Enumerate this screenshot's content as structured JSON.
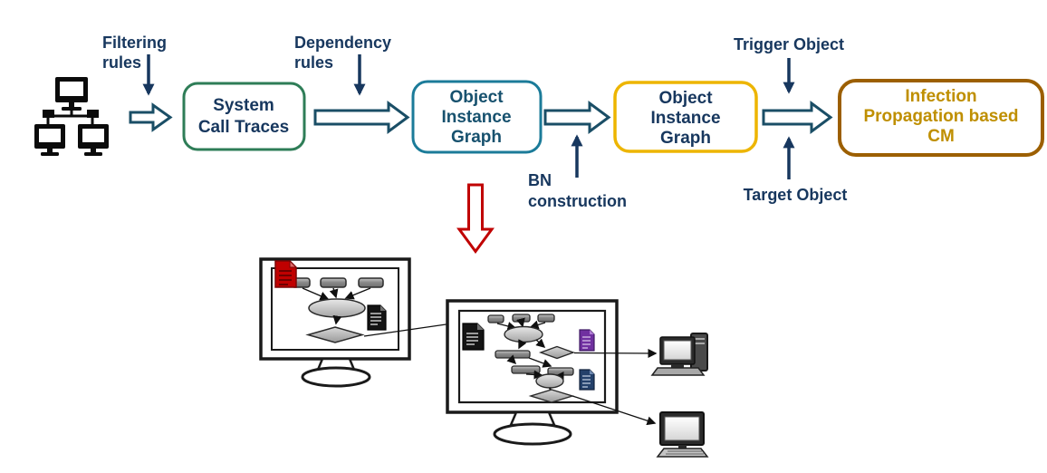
{
  "palette": {
    "navy": "#17375E",
    "arrow_outline": "#1A4E66",
    "red": "#C00000",
    "green": "#2E7D57",
    "teal": "#1B7B99",
    "teal_text": "#17516E",
    "yellow": "#EDB500",
    "brown": "#9C5F00",
    "gold": "#BF8F00"
  },
  "flow": {
    "labels": {
      "filtering": {
        "line1": "Filtering",
        "line2": "rules"
      },
      "dependency": {
        "line1": "Dependency",
        "line2": "rules"
      },
      "bn": {
        "line1": "BN",
        "line2": "construction"
      },
      "trigger": "Trigger Object",
      "target": "Target Object"
    },
    "boxes": {
      "sct": {
        "line1": "System",
        "line2": "Call Traces"
      },
      "oig1": {
        "line1": "Object",
        "line2": "Instance",
        "line3": "Graph"
      },
      "oig2": {
        "line1": "Object",
        "line2": "Instance",
        "line3": "Graph"
      },
      "ipcm": {
        "line1": "Infection",
        "line2": "Propagation based",
        "line3": "CM"
      }
    }
  },
  "illustration": {
    "icons": [
      "network-computers-icon",
      "red-document-icon",
      "black-document-icon",
      "black-document-icon",
      "purple-document-icon",
      "blue-document-icon",
      "monitor-icon",
      "monitor-icon",
      "desktop-pc-icon",
      "monitor-keyboard-icon",
      "expand-red-arrow-icon"
    ]
  }
}
